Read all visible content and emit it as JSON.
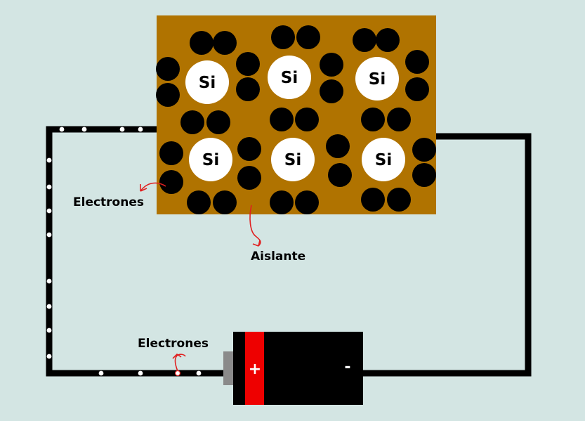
{
  "colors": {
    "background": "#d3e5e3",
    "insulator": "#b07300",
    "electron": "#000000",
    "atom": "#ffffff",
    "wire": "#000000",
    "arrow": "#e02020",
    "battery_body": "#000000",
    "battery_positive_band": "#ee0000",
    "battery_cap": "#8a8a8a"
  },
  "atoms": [
    {
      "label": "Si"
    },
    {
      "label": "Si"
    },
    {
      "label": "Si"
    },
    {
      "label": "Si"
    },
    {
      "label": "Si"
    },
    {
      "label": "Si"
    }
  ],
  "labels": {
    "electrons_top": "Electrones",
    "insulator": "Aislante",
    "electrons_bottom": "Electrones"
  },
  "battery": {
    "positive": "+",
    "negative": "-"
  }
}
